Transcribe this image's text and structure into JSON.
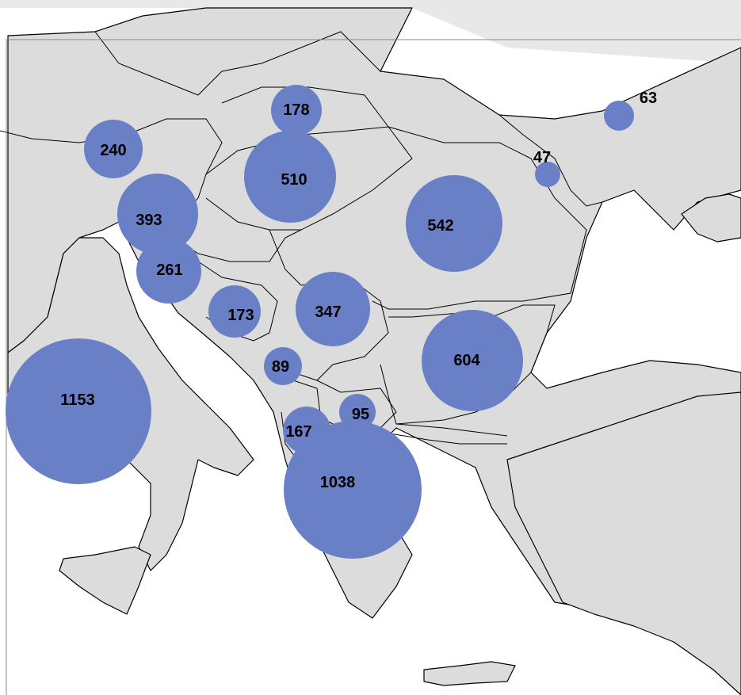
{
  "map": {
    "bubble_color": "#6a80c6",
    "land_color": "#dcdcdc",
    "markers": [
      {
        "id": "slovakia",
        "value": "178"
      },
      {
        "id": "austria",
        "value": "240"
      },
      {
        "id": "hungary",
        "value": "510"
      },
      {
        "id": "slovenia",
        "value": "393"
      },
      {
        "id": "croatia",
        "value": "261"
      },
      {
        "id": "bosnia",
        "value": "173"
      },
      {
        "id": "serbia",
        "value": "347"
      },
      {
        "id": "montenegro",
        "value": "89"
      },
      {
        "id": "romania",
        "value": "542"
      },
      {
        "id": "bulgaria",
        "value": "604"
      },
      {
        "id": "north-macedonia",
        "value": "95"
      },
      {
        "id": "albania",
        "value": "167"
      },
      {
        "id": "greece",
        "value": "1038"
      },
      {
        "id": "italy",
        "value": "1153"
      },
      {
        "id": "moldova",
        "value": "47"
      },
      {
        "id": "ukraine",
        "value": "63"
      }
    ]
  }
}
